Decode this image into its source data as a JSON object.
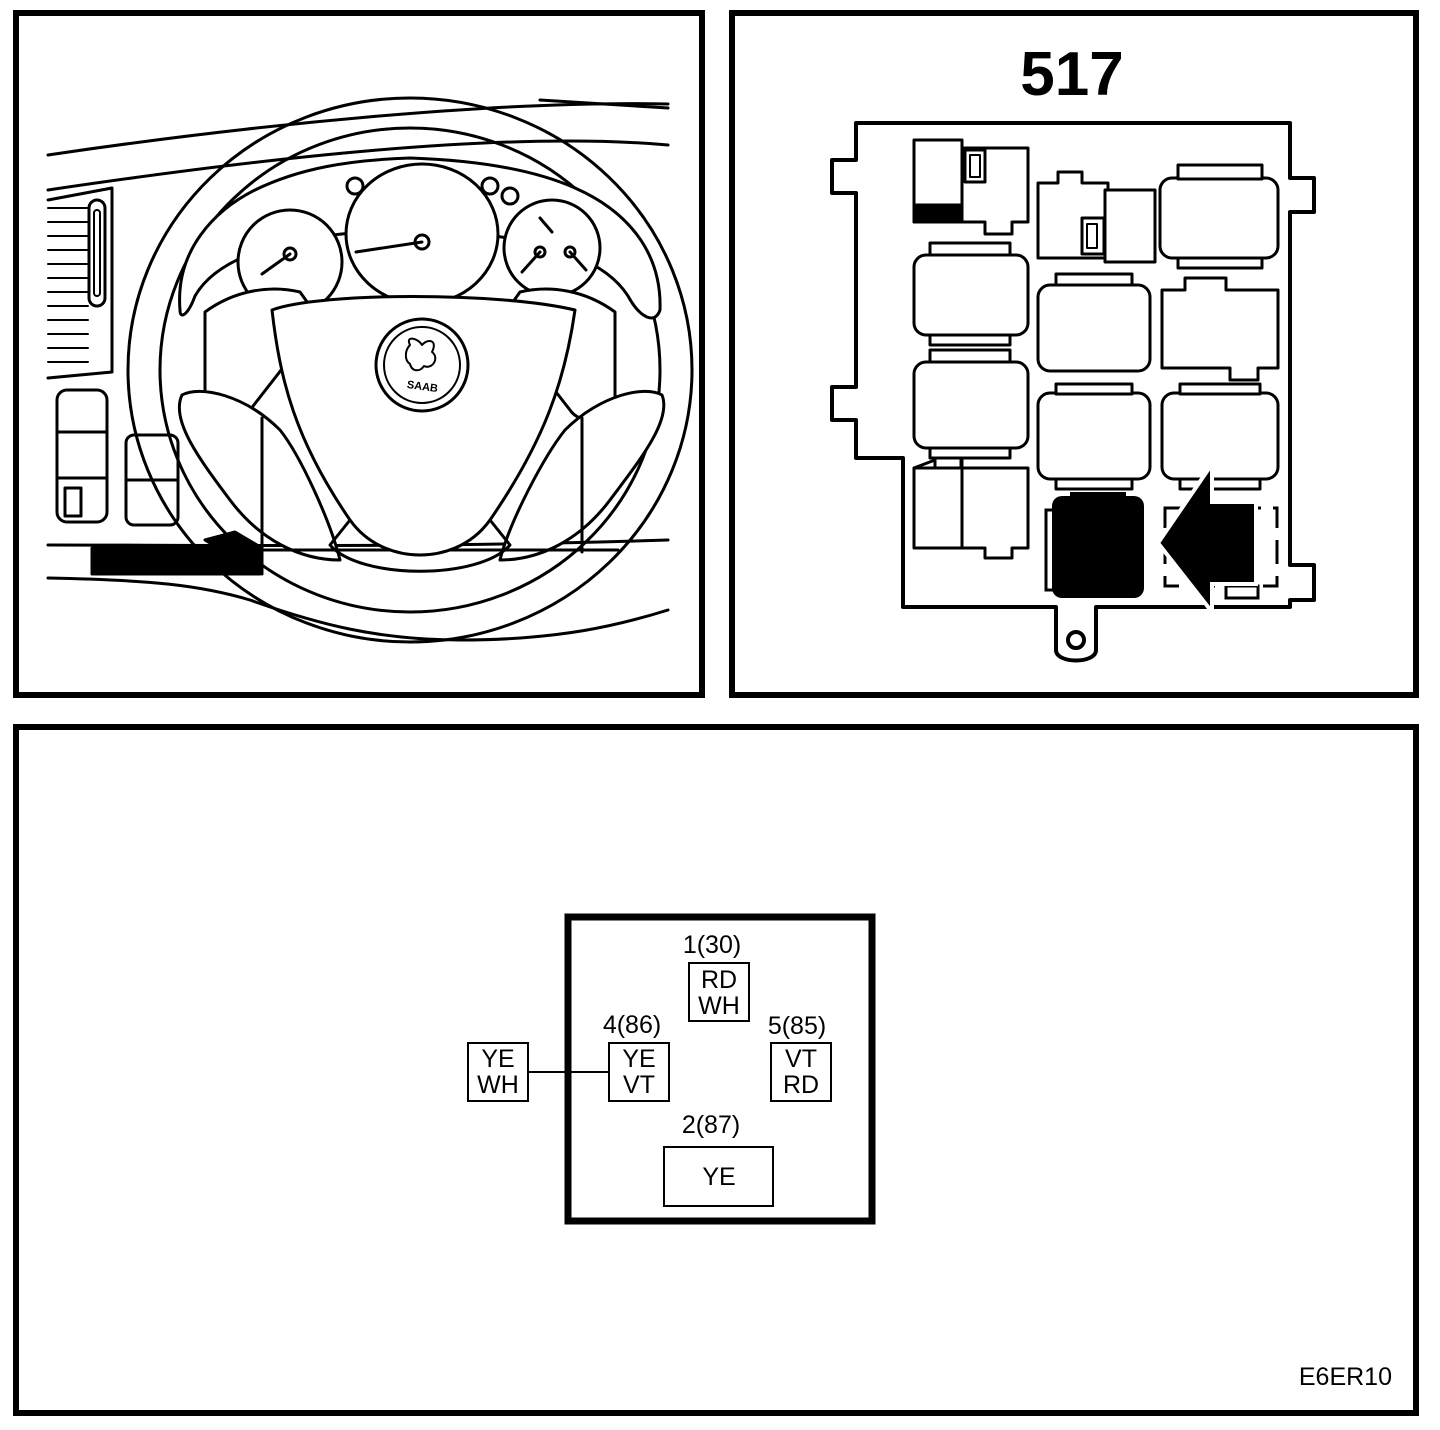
{
  "relay_box": {
    "label": "517"
  },
  "figure": {
    "code": "E6ER10"
  },
  "steering_wheel": {
    "badge": "SAAB"
  },
  "connector": {
    "pin1": {
      "label": "1(30)",
      "wire_top": "RD",
      "wire_bottom": "WH"
    },
    "pin4": {
      "label": "4(86)",
      "wire_top": "YE",
      "wire_bottom": "VT"
    },
    "pin5": {
      "label": "5(85)",
      "wire_top": "VT",
      "wire_bottom": "RD"
    },
    "pin2": {
      "label": "2(87)",
      "wire": "YE"
    },
    "external": {
      "wire_top": "YE",
      "wire_bottom": "WH"
    }
  },
  "colors": {
    "ink": "#000000",
    "paper": "#ffffff"
  }
}
